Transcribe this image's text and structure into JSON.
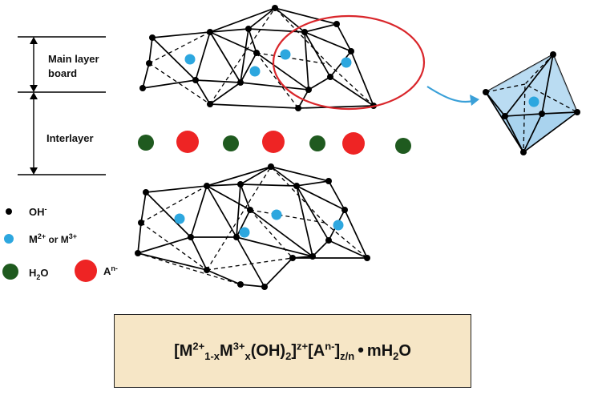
{
  "labels": {
    "main_layer_line1": "Main layer",
    "main_layer_line2": "board",
    "interlayer": "Interlayer"
  },
  "legend": {
    "oh_label": "OH",
    "oh_sup": "-",
    "metal_label_a": "M",
    "metal_sup_a": "2+",
    "metal_mid": " or M",
    "metal_sup_b": "3+",
    "water_label": "H",
    "water_sub": "2",
    "water_tail": "O",
    "anion_label": "A",
    "anion_sup": "n-"
  },
  "formula": {
    "open": "[M",
    "sup1": "2+",
    "sub1": "1-x",
    "m3": "M",
    "sup2": "3+",
    "sub2": "x",
    "oh": "(OH)",
    "sub3": "2",
    "close1": "]",
    "sup3": "z+",
    "open2": "[A",
    "sup4": "n-",
    "close2": "]",
    "sub4": "z/n",
    "dot": "•",
    "water": "mH",
    "sub5": "2",
    "water_tail": "O"
  },
  "colors": {
    "hydroxide": "#000000",
    "metal_ion": "#2da7df",
    "water": "#1f5a1f",
    "anion": "#ee2424",
    "highlight_ring": "#d9262b",
    "arrow": "#3aa0d8",
    "octahedron_fill": "#a9d3ee",
    "formula_bg": "#f6e6c6"
  }
}
